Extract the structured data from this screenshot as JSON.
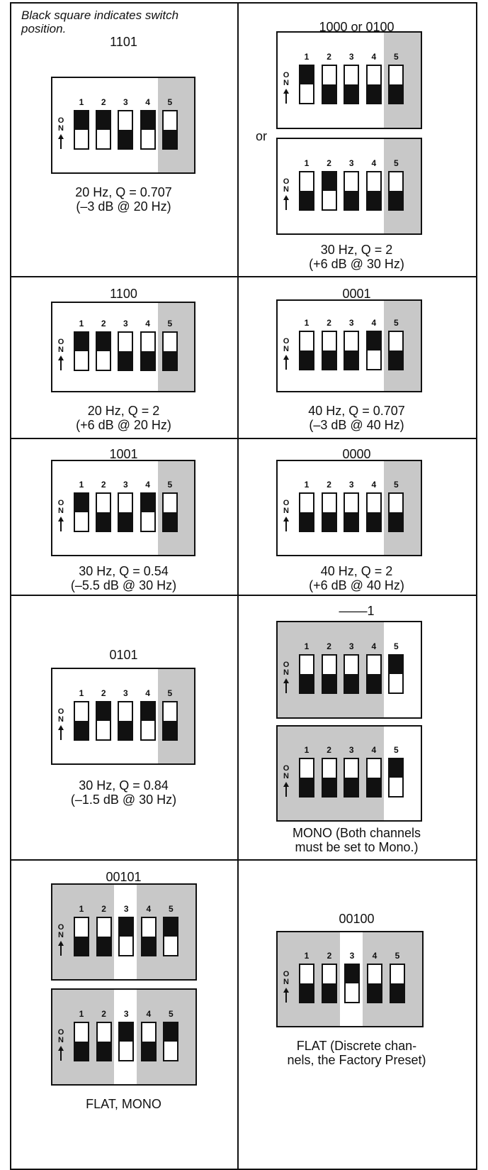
{
  "legend": "Black square indicates switch position.",
  "on_label": [
    "O",
    "N"
  ],
  "switch_numbers": [
    "1",
    "2",
    "3",
    "4",
    "5"
  ],
  "cells": [
    {
      "title": "1101",
      "panels": [
        {
          "states": [
            "on",
            "on",
            "off",
            "on",
            "off"
          ],
          "shaded": [
            5
          ]
        }
      ],
      "caption": [
        "20 Hz, Q = 0.707",
        "(–3 dB @ 20 Hz)"
      ]
    },
    {
      "title": "1000 or 0100",
      "or_label": "or",
      "panels": [
        {
          "states": [
            "on",
            "off",
            "off",
            "off",
            "off"
          ],
          "shaded": [
            5
          ]
        },
        {
          "states": [
            "off",
            "on",
            "off",
            "off",
            "off"
          ],
          "shaded": [
            5
          ]
        }
      ],
      "caption": [
        "30 Hz, Q = 2",
        "(+6 dB @ 30 Hz)"
      ]
    },
    {
      "title": "1100",
      "panels": [
        {
          "states": [
            "on",
            "on",
            "off",
            "off",
            "off"
          ],
          "shaded": [
            5
          ]
        }
      ],
      "caption": [
        "20 Hz, Q = 2",
        "(+6 dB @ 20 Hz)"
      ]
    },
    {
      "title": "0001",
      "panels": [
        {
          "states": [
            "off",
            "off",
            "off",
            "on",
            "off"
          ],
          "shaded": [
            5
          ]
        }
      ],
      "caption": [
        "40 Hz, Q = 0.707",
        "(–3 dB @ 40 Hz)"
      ]
    },
    {
      "title": "1001",
      "panels": [
        {
          "states": [
            "on",
            "off",
            "off",
            "on",
            "off"
          ],
          "shaded": [
            5
          ]
        }
      ],
      "caption": [
        "30 Hz, Q = 0.54",
        "(–5.5 dB @ 30 Hz)"
      ]
    },
    {
      "title": "0000",
      "panels": [
        {
          "states": [
            "off",
            "off",
            "off",
            "off",
            "off"
          ],
          "shaded": [
            5
          ]
        }
      ],
      "caption": [
        "40 Hz, Q = 2",
        "(+6 dB @ 40 Hz)"
      ]
    },
    {
      "title": "0101",
      "panels": [
        {
          "states": [
            "off",
            "on",
            "off",
            "on",
            "off"
          ],
          "shaded": [
            5
          ]
        }
      ],
      "caption": [
        "30 Hz, Q = 0.84",
        "(–1.5 dB @ 30 Hz)"
      ]
    },
    {
      "title": "––––1",
      "panels": [
        {
          "states": [
            "off",
            "off",
            "off",
            "off",
            "on"
          ],
          "shaded": [
            1,
            2,
            3,
            4
          ]
        },
        {
          "states": [
            "off",
            "off",
            "off",
            "off",
            "on"
          ],
          "shaded": [
            1,
            2,
            3,
            4
          ]
        }
      ],
      "caption": [
        "MONO (Both channels",
        "must be set to Mono.)"
      ]
    },
    {
      "title": "00101",
      "panels": [
        {
          "states": [
            "off",
            "off",
            "on",
            "off",
            "on"
          ],
          "shaded": [
            1,
            2,
            4,
            5
          ]
        },
        {
          "states": [
            "off",
            "off",
            "on",
            "off",
            "on"
          ],
          "shaded": [
            1,
            2,
            4,
            5
          ]
        }
      ],
      "caption": [
        "FLAT, MONO"
      ]
    },
    {
      "title": "00100",
      "panels": [
        {
          "states": [
            "off",
            "off",
            "on",
            "off",
            "off"
          ],
          "shaded": [
            1,
            2,
            4,
            5
          ]
        }
      ],
      "caption": [
        "FLAT (Discrete chan-",
        "nels, the Factory Preset)"
      ]
    }
  ]
}
